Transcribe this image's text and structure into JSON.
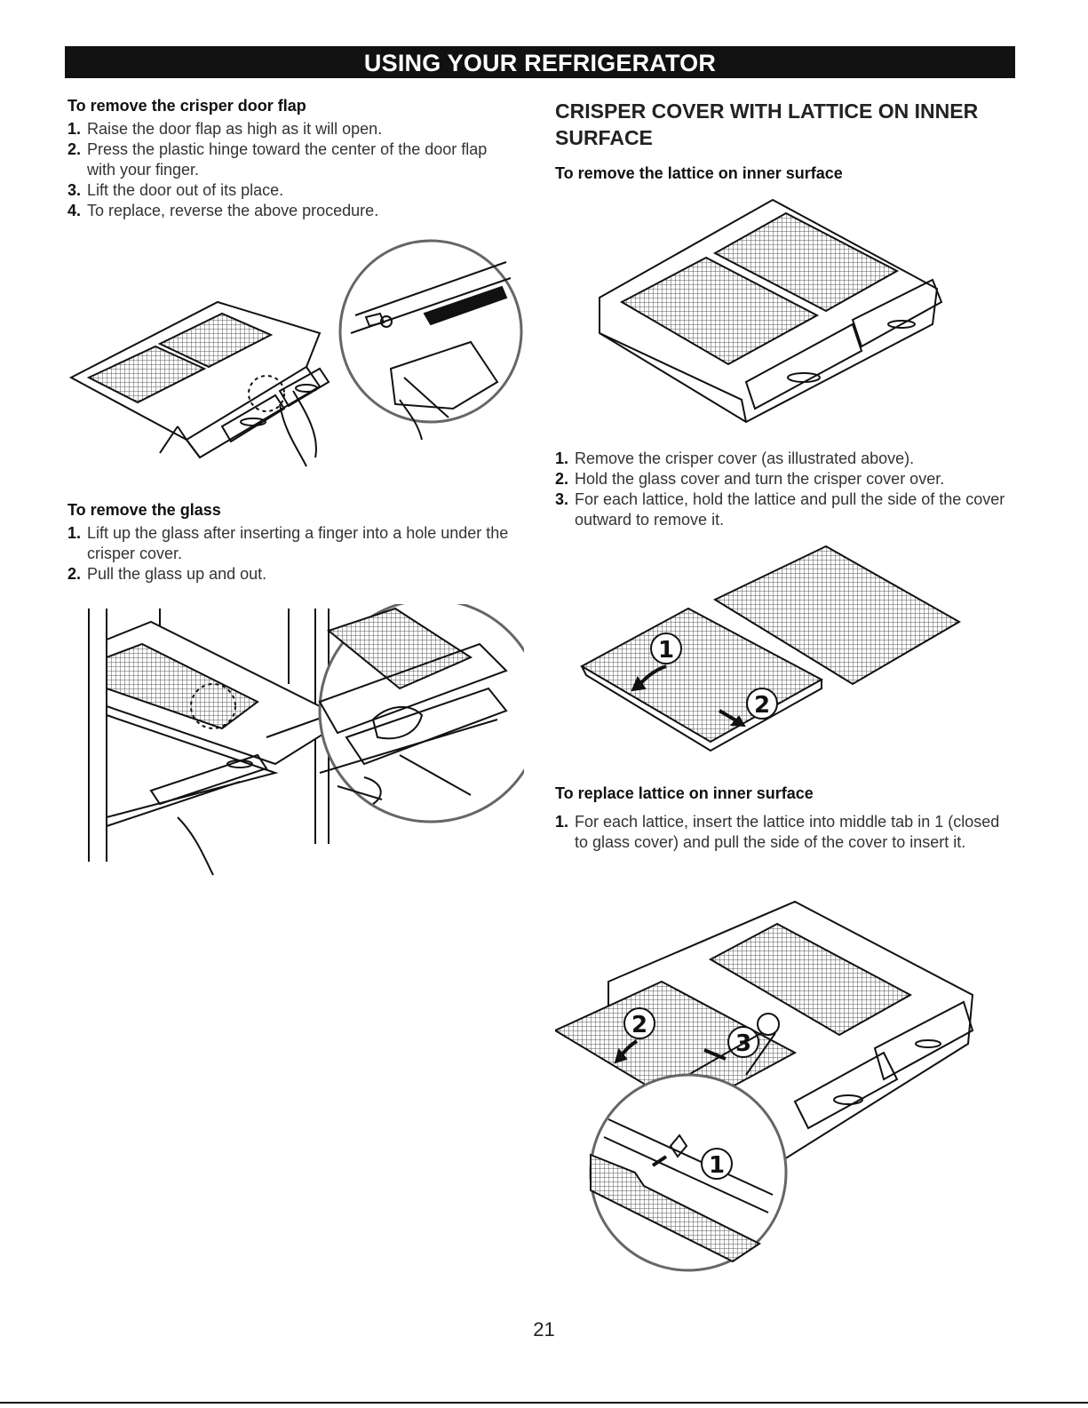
{
  "header": {
    "title": "USING YOUR REFRIGERATOR"
  },
  "left": {
    "door_flap": {
      "heading": "To remove the crisper door flap",
      "steps": [
        {
          "n": "1.",
          "text": "Raise the door flap as high as it will open."
        },
        {
          "n": "2.",
          "text": "Press the plastic hinge toward the center of the door flap with your finger."
        },
        {
          "n": "3.",
          "text": "Lift the door out of its place."
        },
        {
          "n": "4.",
          "text": "To replace, reverse the above procedure."
        }
      ]
    },
    "glass": {
      "heading": "To remove the glass",
      "steps": [
        {
          "n": "1.",
          "text": "Lift up the glass after inserting a finger into a hole under the crisper cover."
        },
        {
          "n": "2.",
          "text": "Pull the glass up and out."
        }
      ]
    }
  },
  "right": {
    "section_title": "CRISPER COVER WITH LATTICE ON INNER SURFACE",
    "remove_lattice": {
      "heading": "To remove the lattice on inner surface",
      "steps": [
        {
          "n": "1.",
          "text": "Remove the crisper cover (as illustrated above)."
        },
        {
          "n": "2.",
          "text": "Hold the glass cover and turn the crisper cover over."
        },
        {
          "n": "3.",
          "text": "For each lattice, hold the lattice and pull the side of the cover outward to remove it."
        }
      ]
    },
    "replace_lattice": {
      "heading": "To replace lattice on inner surface",
      "steps": [
        {
          "n": "1.",
          "text": "For each lattice, insert the lattice into middle tab in 1 (closed to glass cover) and pull the side of the cover to insert it."
        }
      ]
    },
    "callouts": {
      "one": "1",
      "two": "2",
      "three": "3"
    }
  },
  "footer": {
    "page_number": "21"
  }
}
